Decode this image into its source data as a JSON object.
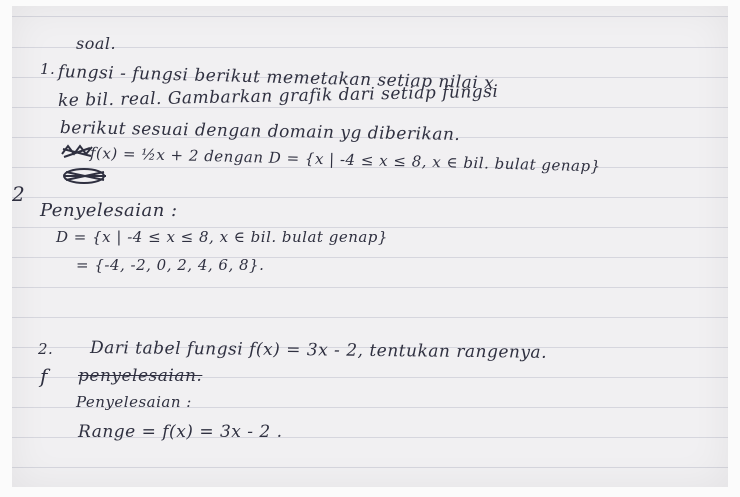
{
  "note": {
    "title": "soal.",
    "problem1": {
      "number": "1.",
      "line1": "fungsi - fungsi berikut memetakan setiap nilai x",
      "line2": "ke bil. real. Gambarkan grafik dari setiap fungsi",
      "line3": "berikut sesuai dengan domain yg diberikan.",
      "function_line": "f(x) = ½x + 2 dengan D = {x | -4 ≤ x ≤ 8, x ∈ bil. bulat genap}",
      "margin_mark": "2",
      "solution_heading": "Penyelesaian :",
      "domain_line": "D = {x | -4 ≤ x ≤ 8, x ∈ bil. bulat genap}",
      "set_line": "= {-4, -2, 0, 2, 4, 6, 8}."
    },
    "problem2": {
      "number": "2.",
      "line1": "Dari tabel fungsi f(x) = 3x - 2, tentukan rangenya.",
      "margin_mark": "f",
      "crossed_heading": "penyelesaian.",
      "solution_heading": "Penyelesaian :",
      "range_line": "Range = f(x) = 3x - 2 ."
    }
  }
}
